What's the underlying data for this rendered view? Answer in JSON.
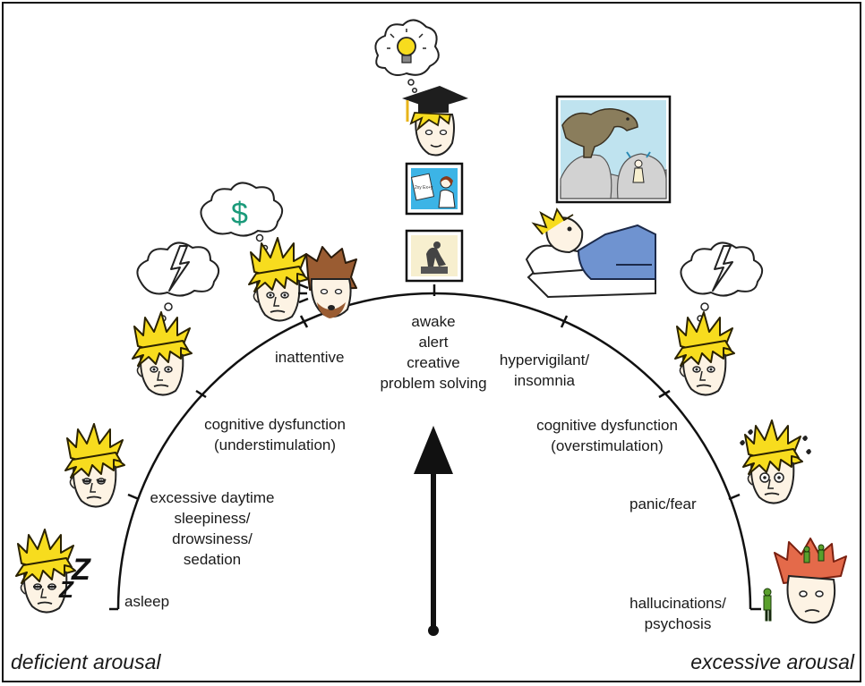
{
  "corners": {
    "left": "deficient arousal",
    "right": "excessive arousal"
  },
  "states": [
    {
      "id": "asleep",
      "lines": [
        "asleep"
      ]
    },
    {
      "id": "eds",
      "lines": [
        "excessive daytime",
        "sleepiness/",
        "drowsiness/",
        "sedation"
      ]
    },
    {
      "id": "cog-under",
      "lines": [
        "cognitive dysfunction",
        "(understimulation)"
      ]
    },
    {
      "id": "inattentive",
      "lines": [
        "inattentive"
      ]
    },
    {
      "id": "optimal",
      "lines": [
        "awake",
        "alert",
        "creative",
        "problem solving"
      ]
    },
    {
      "id": "hypervigilant",
      "lines": [
        "hypervigilant/",
        "insomnia"
      ]
    },
    {
      "id": "cog-over",
      "lines": [
        "cognitive dysfunction",
        "(overstimulation)"
      ]
    },
    {
      "id": "panic",
      "lines": [
        "panic/fear"
      ]
    },
    {
      "id": "hallucinations",
      "lines": [
        "hallucinations/",
        "psychosis"
      ]
    }
  ],
  "icons": {
    "money_symbol": "$",
    "snore_letters": "ZZ",
    "paper_text": "2xy Ex+y"
  },
  "colors": {
    "hair": "#f7dc1e",
    "hair_outline": "#2a2200",
    "skin": "#fdf3e4",
    "screen_blue": "#3cb4e6",
    "dino": "#8a7d5c",
    "bedsheet": "#6f93d0",
    "red_hair": "#b4452d",
    "money_green": "#1a9a7a"
  }
}
